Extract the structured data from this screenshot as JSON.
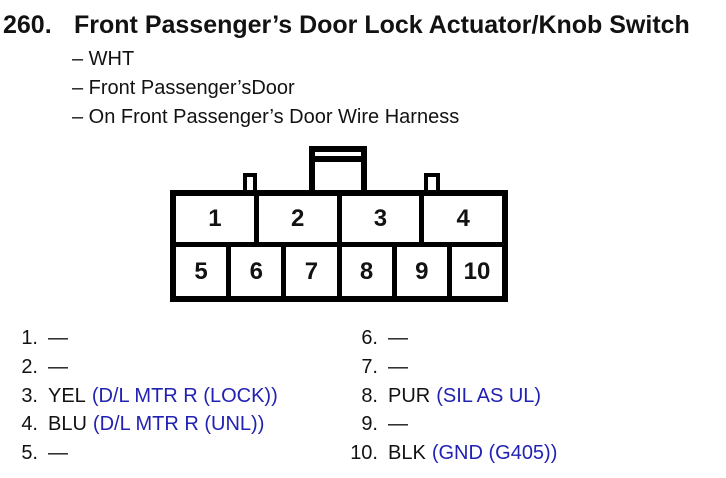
{
  "page": {
    "number": "260.",
    "title": "Front Passenger’s Door Lock Actuator/Knob Switch",
    "details": [
      "– WHT",
      "– Front Passenger’sDoor",
      "– On Front Passenger’s Door Wire Harness"
    ]
  },
  "connector": {
    "top_row": [
      "1",
      "2",
      "3",
      "4"
    ],
    "bottom_row": [
      "5",
      "6",
      "7",
      "8",
      "9",
      "10"
    ]
  },
  "pin_list": {
    "left_column": [
      {
        "num": "1.",
        "label": "—",
        "signal": ""
      },
      {
        "num": "2.",
        "label": "—",
        "signal": ""
      },
      {
        "num": "3.",
        "label": "YEL",
        "signal": "(D/L MTR R (LOCK))"
      },
      {
        "num": "4.",
        "label": "BLU",
        "signal": "(D/L MTR R (UNL))"
      },
      {
        "num": "5.",
        "label": "—",
        "signal": ""
      }
    ],
    "right_column": [
      {
        "num": "6.",
        "label": "—",
        "signal": ""
      },
      {
        "num": "7.",
        "label": "—",
        "signal": ""
      },
      {
        "num": "8.",
        "label": "PUR",
        "signal": "(SIL AS UL)"
      },
      {
        "num": "9.",
        "label": "—",
        "signal": ""
      },
      {
        "num": "10.",
        "label": "BLK",
        "signal": "(GND (G405))"
      }
    ]
  },
  "colors": {
    "signal_blue": "#2222b2",
    "text_black": "#121212"
  }
}
